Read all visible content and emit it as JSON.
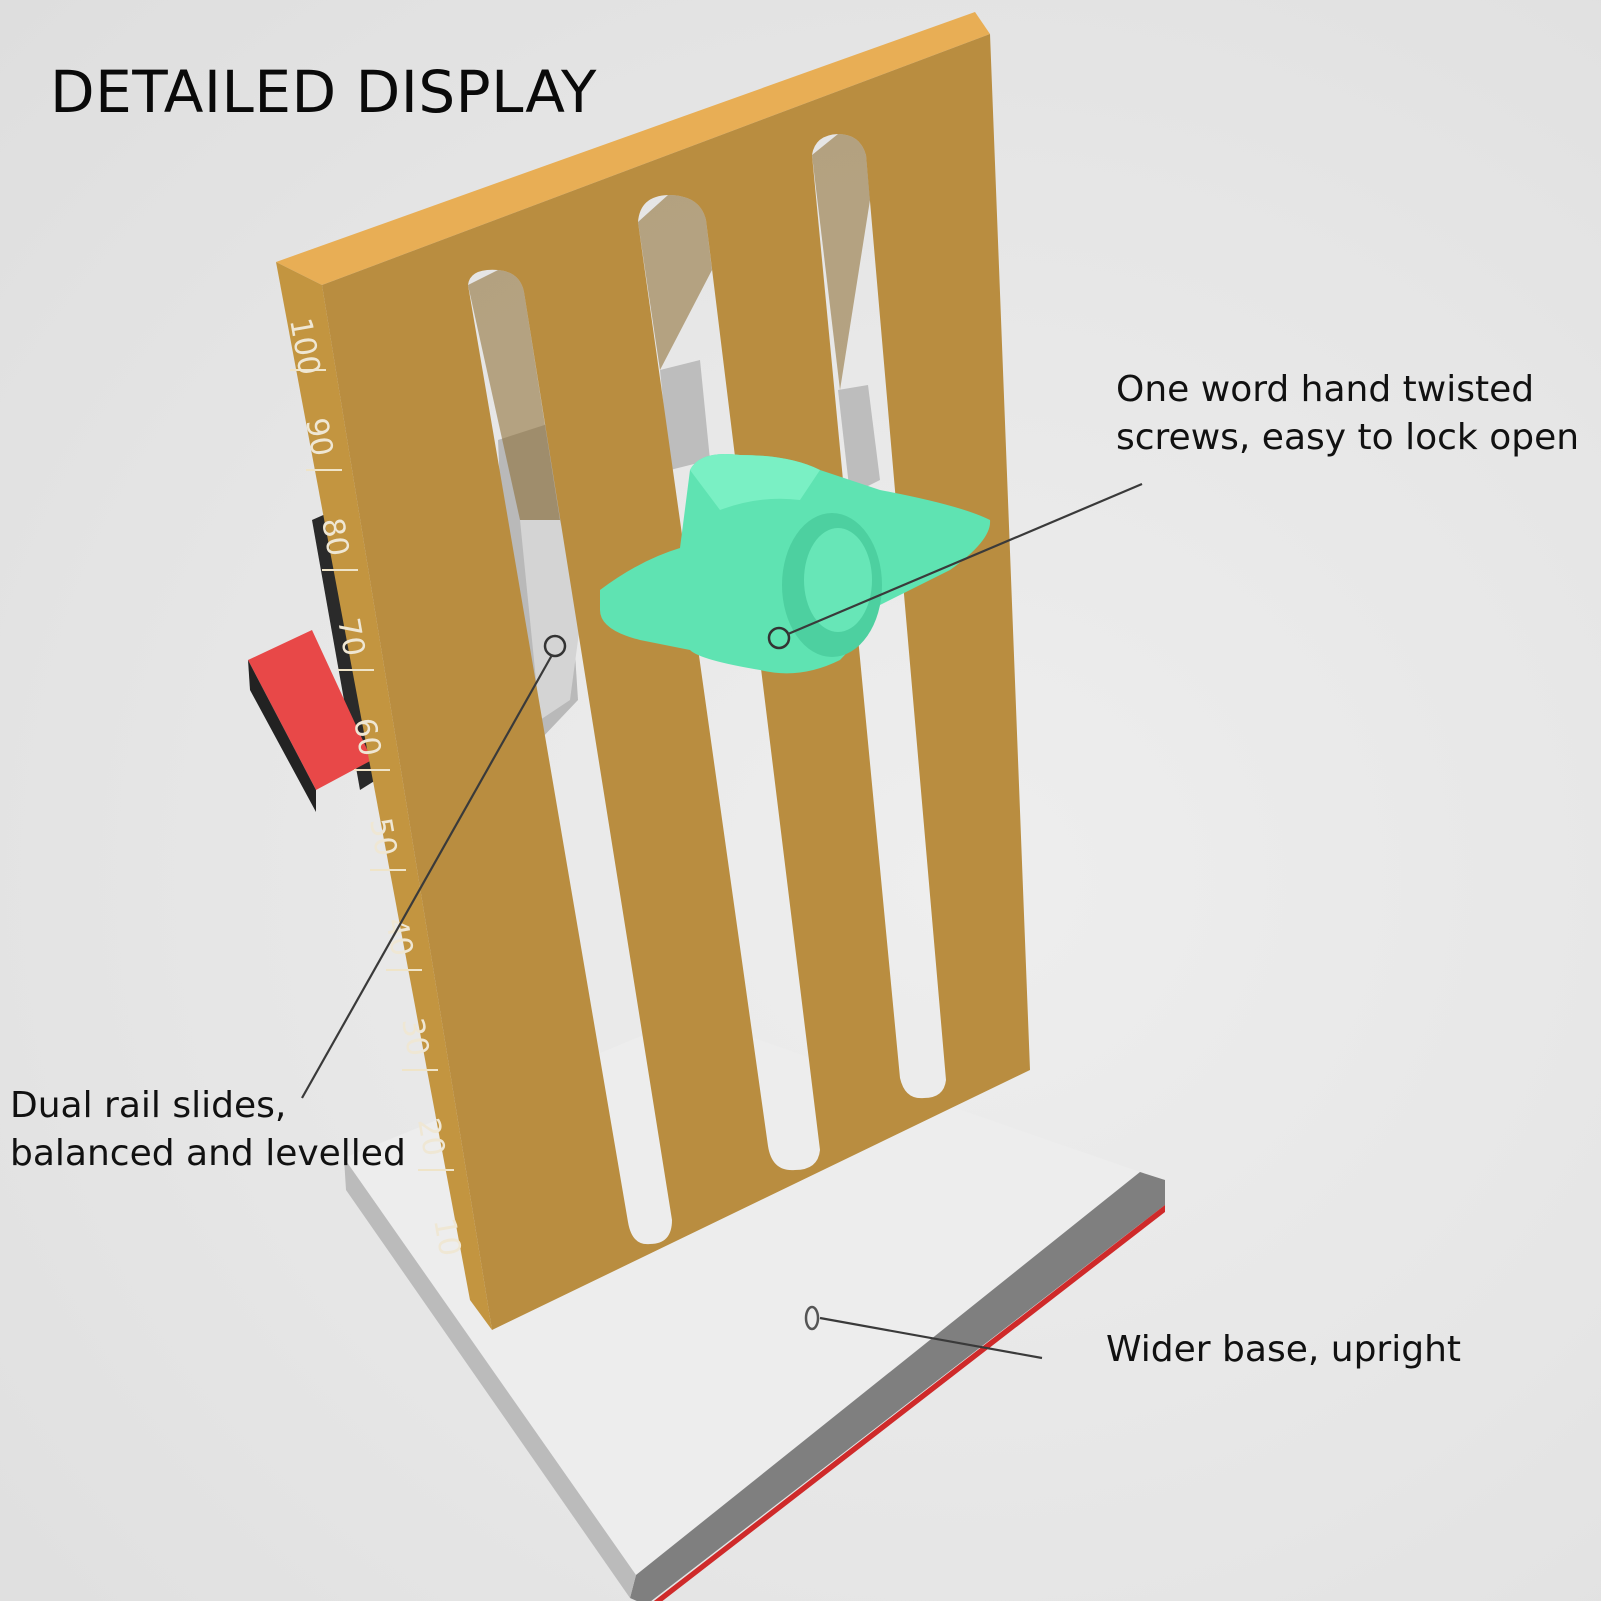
{
  "title": "DETAILED DISPLAY",
  "callouts": {
    "knob": {
      "line1": "One word hand twisted",
      "line2": "screws, easy to lock open"
    },
    "rails": {
      "line1": "Dual rail slides,",
      "line2": "balanced and levelled"
    },
    "base": {
      "line1": "Wider base, upright"
    }
  },
  "scale": [
    "100",
    "90",
    "80",
    "70",
    "60",
    "50",
    "40",
    "30",
    "20",
    "10"
  ],
  "colors": {
    "upright": "#b98d40",
    "upright_top_edge": "#e8ae55",
    "knob": "#5fe3b2",
    "base": "#f0f0f0",
    "slider": "#c8c8c8",
    "back_fence": "#e84848"
  }
}
